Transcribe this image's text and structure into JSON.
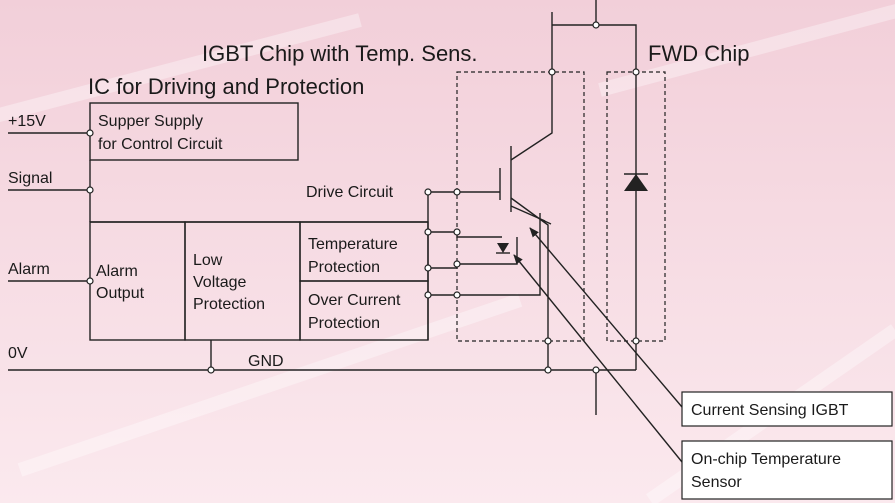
{
  "labels": {
    "igbt_chip": "IGBT Chip with Temp. Sens.",
    "fwd_chip": "FWD Chip",
    "ic_title": "IC for Driving and Protection",
    "plus15v": "+15V",
    "signal": "Signal",
    "alarm": "Alarm",
    "zero_v": "0V",
    "gnd": "GND",
    "supply_line1": "Supper Supply",
    "supply_line2": "for Control Circuit",
    "drive_circuit": "Drive Circuit",
    "alarm_out_line1": "Alarm",
    "alarm_out_line2": "Output",
    "lowv_line1": "Low",
    "lowv_line2": "Voltage",
    "lowv_line3": "Protection",
    "temp_line1": "Temperature",
    "temp_line2": "Protection",
    "oc_line1": "Over Current",
    "oc_line2": "Protection",
    "callout_igbt": "Current Sensing IGBT",
    "callout_temp_line1": "On-chip Temperature",
    "callout_temp_line2": "Sensor"
  },
  "colors": {
    "background_top": "#f2cfd9",
    "background_bottom": "#fbe9ee",
    "line": "#222222"
  }
}
